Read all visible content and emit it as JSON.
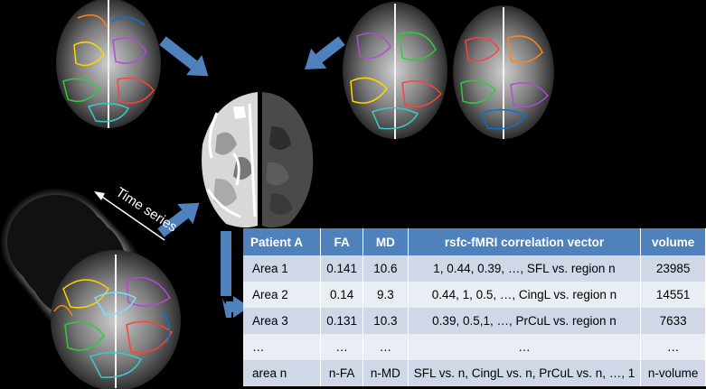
{
  "diagram": {
    "time_series_label": "Time series",
    "colors": {
      "arrow": "#4f81bd",
      "header_bg": "#4f81bd",
      "row_odd": "#d0d8e8",
      "row_even": "#e9edf4"
    }
  },
  "table": {
    "headers": [
      "Patient A",
      "FA",
      "MD",
      "rsfc-fMRI correlation vector",
      "volume"
    ],
    "rows": [
      [
        "Area 1",
        "0.141",
        "10.6",
        "1, 0.44, 0.39, …, SFL vs. region n",
        "23985"
      ],
      [
        "Area 2",
        "0.14",
        "9.3",
        "0.44, 1, 0.5, …, CingL vs. region n",
        "14551"
      ],
      [
        "Area 3",
        "0.131",
        "10.3",
        "0.39, 0.5,1, …, PrCuL vs. region n",
        "7633"
      ],
      [
        "…",
        "…",
        "…",
        "…",
        "…"
      ],
      [
        "area n",
        "n-FA",
        "n-MD",
        "SFL vs. n, CingL vs. n, PrCuL vs. n, …, 1",
        "n-volume"
      ]
    ]
  }
}
